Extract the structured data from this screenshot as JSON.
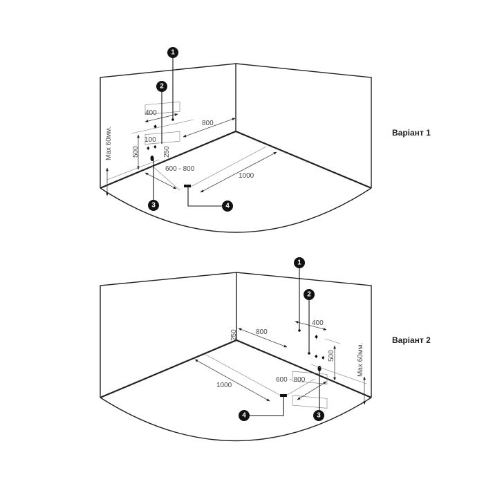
{
  "variants": [
    {
      "title": "Варіант 1",
      "markers": [
        "1",
        "2",
        "3",
        "4"
      ],
      "dims": {
        "d400": "400",
        "d800": "800",
        "d100": "100",
        "d250": "250",
        "d500": "500",
        "max": "Max 60мм.",
        "d600": "600 - 800",
        "d1000": "1000"
      }
    },
    {
      "title": "Варіант 2",
      "markers": [
        "1",
        "2",
        "3",
        "4"
      ],
      "dims": {
        "d400": "400",
        "d800": "800",
        "d250": "250",
        "d500": "500",
        "max": "Max 60мм.",
        "d600": "600 - 800",
        "d1000": "1000"
      }
    }
  ]
}
